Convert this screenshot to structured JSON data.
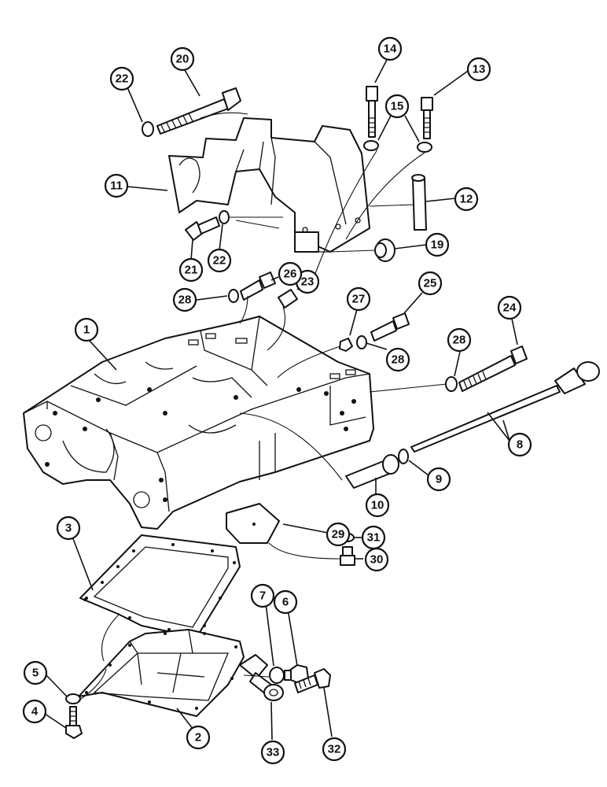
{
  "callouts": {
    "c1": "1",
    "c2": "2",
    "c3": "3",
    "c4": "4",
    "c5": "5",
    "c6": "6",
    "c7": "7",
    "c8": "8",
    "c9": "9",
    "c10": "10",
    "c11": "11",
    "c12": "12",
    "c13": "13",
    "c14": "14",
    "c15": "15",
    "c19": "19",
    "c20": "20",
    "c21": "21",
    "c22a": "22",
    "c22b": "22",
    "c23": "23",
    "c24": "24",
    "c25": "25",
    "c26": "26",
    "c27": "27",
    "c28a": "28",
    "c28b": "28",
    "c28c": "28",
    "c29": "29",
    "c30": "30",
    "c31": "31",
    "c32": "32",
    "c33": "33"
  },
  "colors": {
    "line": "#111111",
    "background": "#ffffff"
  },
  "icons": {
    "washer": "ring",
    "bolt": "hex-bolt",
    "nut": "hex-nut"
  }
}
